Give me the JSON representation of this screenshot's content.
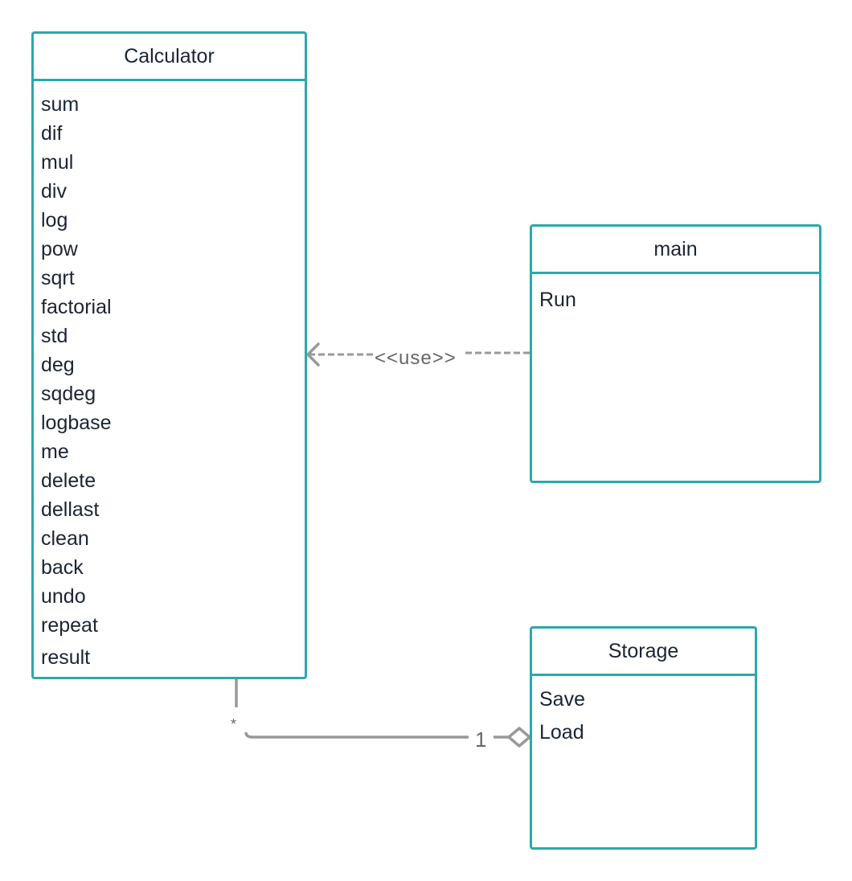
{
  "classes": {
    "calculator": {
      "name": "Calculator",
      "members": [
        "sum",
        "dif",
        "mul",
        "div",
        "log",
        "pow",
        "sqrt",
        "factorial",
        "std",
        "deg",
        "sqdeg",
        "logbase",
        "me",
        "delete",
        "dellast",
        "clean",
        "back",
        "undo",
        "repeat",
        "result"
      ]
    },
    "main": {
      "name": "main",
      "members": [
        "Run"
      ]
    },
    "storage": {
      "name": "Storage",
      "members": [
        "Save",
        "Load"
      ]
    }
  },
  "relations": {
    "dependency": {
      "stereotype": "<<use>>"
    },
    "aggregation": {
      "multiplicity_calculator": "*",
      "multiplicity_storage": "1"
    }
  },
  "colors": {
    "class_border": "#2aa9ac",
    "connector": "#999999",
    "label": "#666666",
    "text": "#1a2533"
  }
}
